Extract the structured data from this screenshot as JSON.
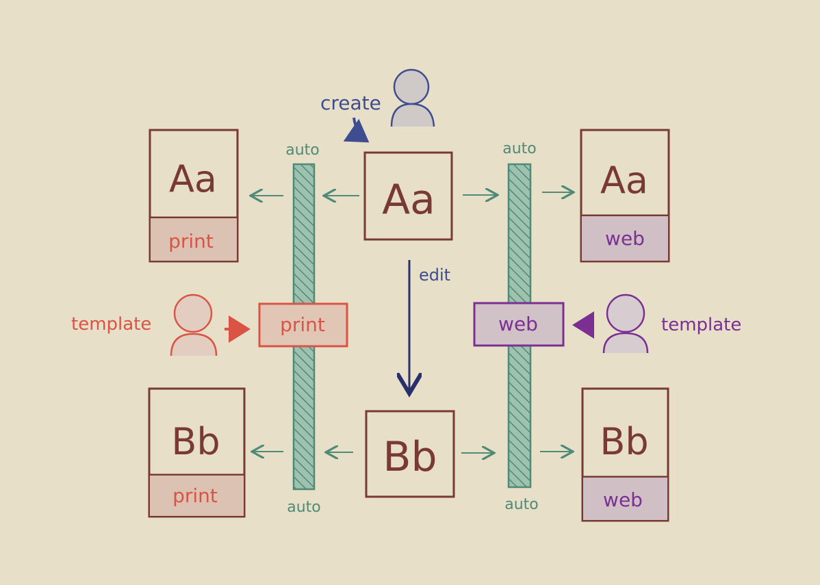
{
  "labels": {
    "create": "create",
    "edit": "edit",
    "template_left": "template",
    "template_right": "template",
    "auto_tl": "auto",
    "auto_tr": "auto",
    "auto_bl": "auto",
    "auto_br": "auto"
  },
  "documents": {
    "source_a": "Aa",
    "source_b": "Bb",
    "print_a": "Aa",
    "print_a_tag": "print",
    "web_a": "Aa",
    "web_a_tag": "web",
    "print_b": "Bb",
    "print_b_tag": "print",
    "web_b": "Bb",
    "web_b_tag": "web"
  },
  "templates": {
    "print": "print",
    "web": "web"
  },
  "colors": {
    "background": "#e7dfc7",
    "document": "#7a3a34",
    "auto": "#4f8a76",
    "print": "#d95445",
    "web": "#7b2f93",
    "author": "#3e4d8f",
    "edit": "#27306b"
  }
}
